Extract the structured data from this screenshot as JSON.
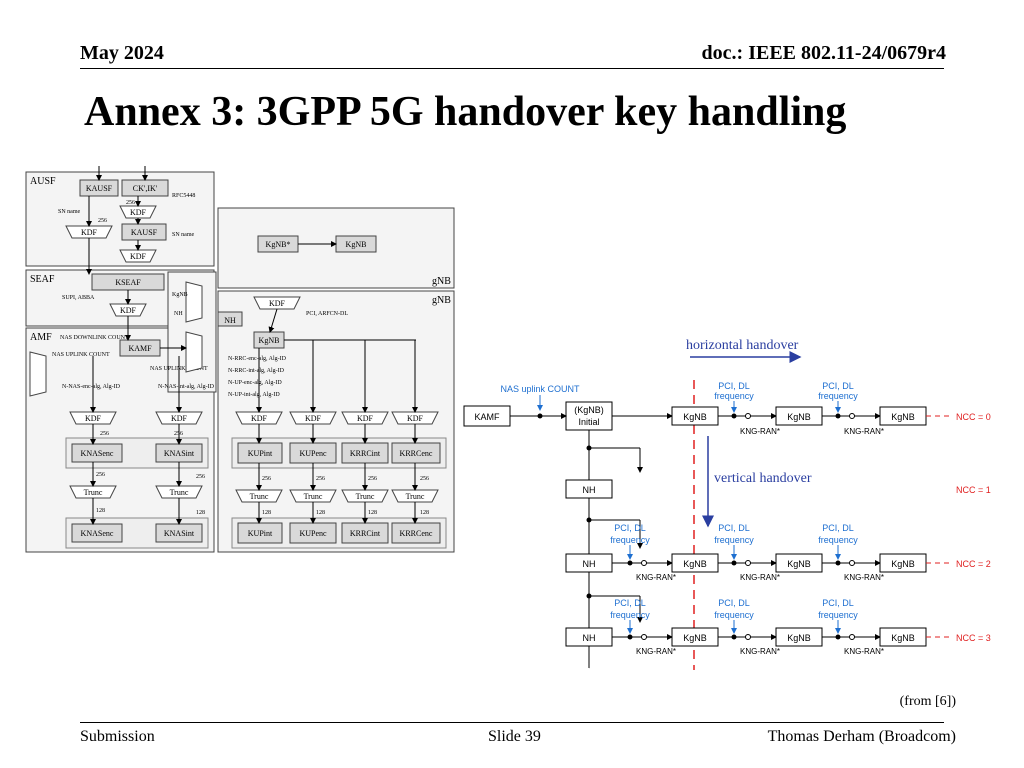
{
  "header": {
    "date": "May 2024",
    "doc": "doc.: IEEE 802.11-24/0679r4"
  },
  "title": "Annex 3: 3GPP 5G handover key handling",
  "left_diagram": {
    "regions": {
      "ausf": "AUSF",
      "seaf": "SEAF",
      "amf": "AMF",
      "gnb_top": "gNB",
      "gnb_main": "gNB"
    },
    "keys": {
      "kausf": "KAUSF",
      "ck_ik": "CK',IK'",
      "kausf2": "KAUSF",
      "kseaf": "KSEAF",
      "kamf": "KAMF",
      "kgnb_star": "KgNB*",
      "kgnb_top": "KgNB",
      "nh": "NH",
      "kgnb": "KgNB",
      "knasenc": "KNASenc",
      "knasint": "KNASint",
      "knasenc2": "KNASenc",
      "knasint2": "KNASint",
      "kupint": "KUPint",
      "kupenc": "KUPenc",
      "krrcint": "KRRCint",
      "krrcenc": "KRRCenc",
      "kupint2": "KUPint",
      "kupenc2": "KUPenc",
      "krrcint2": "KRRCint",
      "krrcenc2": "KRRCenc"
    },
    "kdf": "KDF",
    "trunc": "Trunc",
    "labels": {
      "rfc5448": "RFC5448",
      "sn_name1": "SN name",
      "sn_name2": "SN name",
      "supi_abba": "SUPI, ABBA",
      "nas_dl_count": "NAS DOWNLINK COUNT",
      "nas_ul_count1": "NAS UPLINK COUNT",
      "nas_ul_count2": "NAS UPLINK COUNT",
      "nas_enc_alg": "N-NAS-enc-alg, Alg-ID",
      "nas_int_alg": "N-NAS-int-alg, Alg-ID",
      "rrc_enc_alg": "N-RRC-enc-alg, Alg-ID",
      "rrc_int_alg": "N-RRC-int-alg, Alg-ID",
      "up_enc_alg": "N-UP-enc-alg, Alg-ID",
      "up_int_alg": "N-UP-int-alg, Alg-ID",
      "pci_arfcn": "PCI, ARFCN-DL",
      "kgnb_side": "KgNB",
      "nh_side": "NH"
    },
    "bits": {
      "b256": "256",
      "b128": "128"
    }
  },
  "right_diagram": {
    "horizontal": "horizontal handover",
    "vertical": "vertical handover",
    "nas_uplink_count": "NAS uplink COUNT",
    "kamf": "KAMF",
    "initial_key": "(KgNB)",
    "initial_word": "Initial",
    "kgnb": "KgNB",
    "nh": "NH",
    "pci_dl": "PCI, DL",
    "frequency": "frequency",
    "kngran": "KNG-RAN*",
    "ncc": [
      "NCC = 0",
      "NCC = 1",
      "NCC = 2",
      "NCC = 3"
    ]
  },
  "colors": {
    "accent_blue": "#2a3ea0",
    "ncc_red": "#e02020",
    "note_blue": "#1e6fd0",
    "box_grey": "#d9d9d9"
  },
  "source_note": "(from [6])",
  "footer": {
    "left": "Submission",
    "center": "Slide 39",
    "right": "Thomas Derham (Broadcom)"
  }
}
